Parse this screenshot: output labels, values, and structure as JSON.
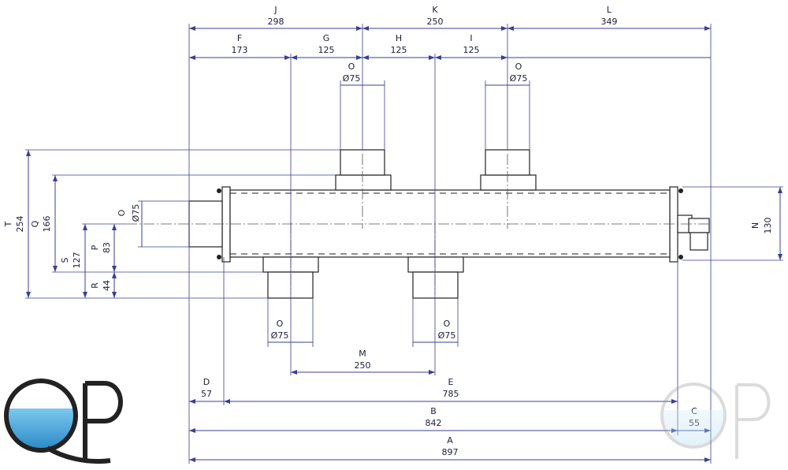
{
  "dimensions": {
    "J": {
      "letter": "J",
      "value": "298"
    },
    "K": {
      "letter": "K",
      "value": "250"
    },
    "L": {
      "letter": "L",
      "value": "349"
    },
    "F": {
      "letter": "F",
      "value": "173"
    },
    "G": {
      "letter": "G",
      "value": "125"
    },
    "H": {
      "letter": "H",
      "value": "125"
    },
    "I": {
      "letter": "I",
      "value": "125"
    },
    "O_top_left": {
      "letter": "O",
      "value": "Ø75"
    },
    "O_top_right": {
      "letter": "O",
      "value": "Ø75"
    },
    "O_left_inlet": {
      "letter": "O",
      "value": "Ø75"
    },
    "O_bottom_left": {
      "letter": "O",
      "value": "Ø75"
    },
    "O_bottom_right": {
      "letter": "O",
      "value": "Ø75"
    },
    "M": {
      "letter": "M",
      "value": "250"
    },
    "D": {
      "letter": "D",
      "value": "57"
    },
    "E": {
      "letter": "E",
      "value": "785"
    },
    "B": {
      "letter": "B",
      "value": "842"
    },
    "C": {
      "letter": "C",
      "value": "55"
    },
    "A": {
      "letter": "A",
      "value": "897"
    },
    "T": {
      "letter": "T",
      "value": "254"
    },
    "Q": {
      "letter": "Q",
      "value": "166"
    },
    "S": {
      "letter": "S",
      "value": "127"
    },
    "P": {
      "letter": "P",
      "value": "83"
    },
    "R": {
      "letter": "R",
      "value": "44"
    },
    "N": {
      "letter": "N",
      "value": "130"
    }
  },
  "logo": {
    "text": "QP"
  },
  "colors": {
    "dimension_line": "#3a3f95",
    "outline": "#222222",
    "logo_water": "#4aa6d8"
  }
}
